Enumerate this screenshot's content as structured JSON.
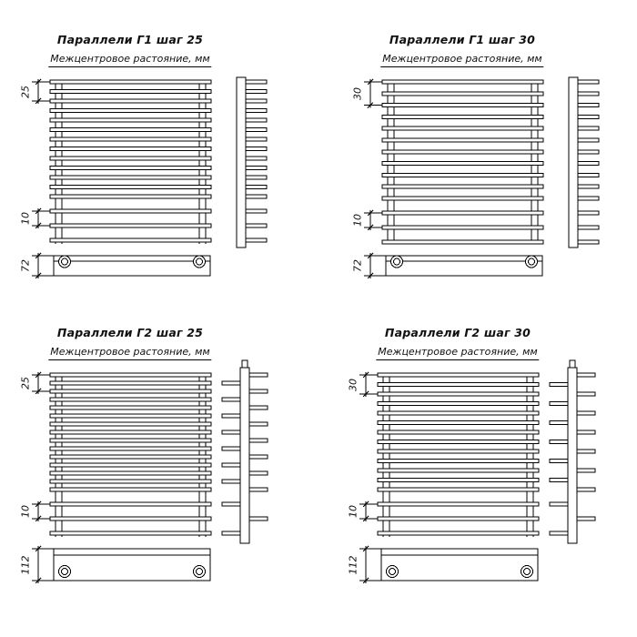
{
  "page": {
    "background": "#ffffff",
    "line_color": "#000000"
  },
  "quadrants": [
    {
      "id": "parallels-g1-step-25",
      "title": "Параллели Г1 шаг 25",
      "subtitle": "Межцентровое растояние, мм",
      "dims": {
        "pitch": "25",
        "gap": "10",
        "collector": "72"
      },
      "drawing": {
        "type": "G1",
        "dense_count": 13,
        "dense_pitch": 10.5,
        "sparse_count": 3,
        "sparse_start": 232,
        "sparse_pitch": 16
      }
    },
    {
      "id": "parallels-g1-step-30",
      "title": "Параллели Г1 шаг 30",
      "subtitle": "Межцентровое растояние, мм",
      "dims": {
        "pitch": "30",
        "gap": "10",
        "collector": "72"
      },
      "drawing": {
        "type": "G1",
        "dense_count": 11,
        "dense_pitch": 12.8,
        "sparse_count": 3,
        "sparse_start": 234,
        "sparse_pitch": 16
      }
    },
    {
      "id": "parallels-g2-step-25",
      "title": "Параллели Г2 шаг 25",
      "subtitle": "Межцентровое растояние, мм",
      "dims": {
        "pitch": "25",
        "gap": "10",
        "collector": "112"
      },
      "drawing": {
        "type": "G2",
        "dense_count": 15,
        "dense_pitch": 9,
        "sparse_count": 3,
        "sparse_start": 232,
        "sparse_pitch": 16
      }
    },
    {
      "id": "parallels-g2-step-30",
      "title": "Параллели Г2 шаг 30",
      "subtitle": "Межцентровое растояние, мм",
      "dims": {
        "pitch": "30",
        "gap": "10",
        "collector": "112"
      },
      "drawing": {
        "type": "G2",
        "dense_count": 13,
        "dense_pitch": 10.5,
        "sparse_count": 3,
        "sparse_start": 232,
        "sparse_pitch": 16
      }
    }
  ]
}
